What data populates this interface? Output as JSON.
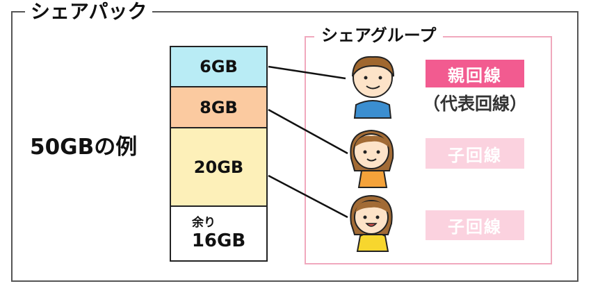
{
  "outer_title": "シェアパック",
  "example_label": "50GBの例",
  "stack": {
    "segments": [
      {
        "label": "6GB",
        "value": 6,
        "color": "#b9ecf5"
      },
      {
        "label": "8GB",
        "value": 8,
        "color": "#fbcaa0"
      },
      {
        "label": "20GB",
        "value": 20,
        "color": "#fdf0b9"
      },
      {
        "label": "16GB",
        "value": 16,
        "color": "#ffffff"
      }
    ],
    "remaining_label": "余り"
  },
  "group": {
    "title": "シェアグループ",
    "parent_label": "親回線",
    "parent_note": "（代表回線）",
    "child1_label": "子回線",
    "child2_label": "子回線"
  },
  "colors": {
    "frame": "#555555",
    "group_border": "#f0a8bd",
    "parent_badge": "#f25b90",
    "child_badge": "#fbd2df"
  }
}
